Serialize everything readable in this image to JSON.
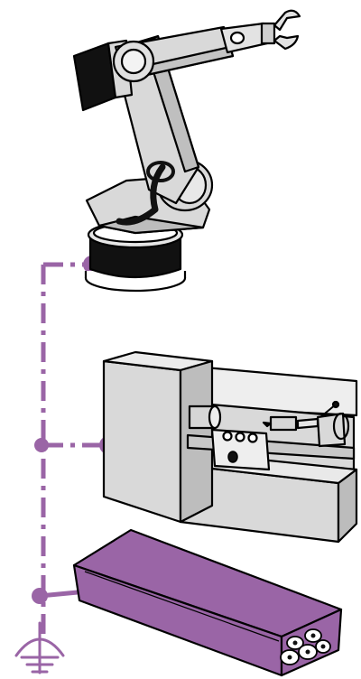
{
  "diagram": {
    "title": "",
    "components": [
      {
        "id": "robot-arm",
        "kind": "industrial robot arm"
      },
      {
        "id": "lathe-machine",
        "kind": "CNC lathe"
      },
      {
        "id": "power-distribution-box",
        "kind": "cable junction box"
      },
      {
        "id": "ground-symbol",
        "kind": "earth ground"
      }
    ],
    "connections": [
      {
        "from": "robot-arm",
        "to": "ground-symbol",
        "style": "dash-dot"
      },
      {
        "from": "lathe-machine",
        "to": "ground-symbol",
        "style": "dash-dot"
      },
      {
        "from": "power-distribution-box",
        "to": "ground-symbol",
        "style": "solid"
      }
    ]
  },
  "colors": {
    "bonding_line": "#9a65a6",
    "machine_gray": "#d9d9d9",
    "box_purple": "#9a65a6",
    "outline": "#000000"
  }
}
